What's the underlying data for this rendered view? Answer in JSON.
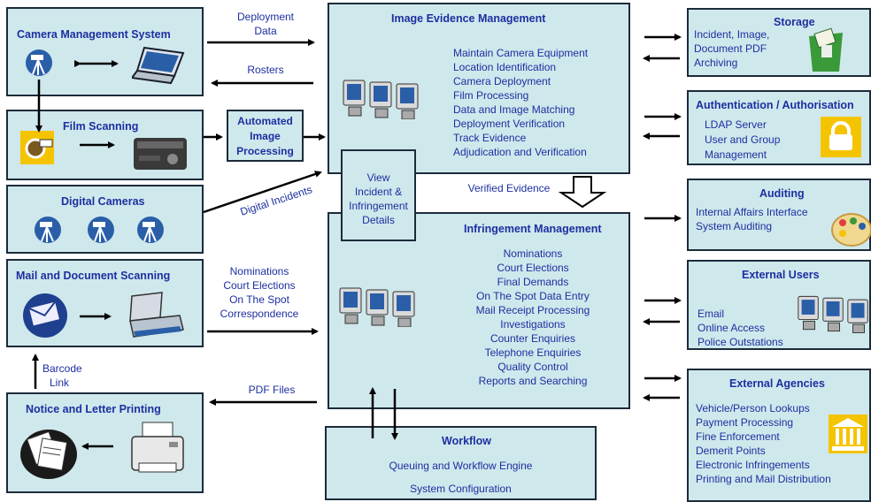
{
  "boxes": {
    "camera_management": {
      "title": "Camera Management System"
    },
    "film_scanning": {
      "title": "Film Scanning"
    },
    "automated_processing": {
      "title_lines": [
        "Automated",
        "Image",
        "Processing"
      ]
    },
    "digital_cameras": {
      "title": "Digital Cameras"
    },
    "mail_scanning": {
      "title": "Mail and Document Scanning"
    },
    "notice_printing": {
      "title": "Notice and Letter Printing"
    },
    "image_evidence": {
      "title": "Image Evidence Management",
      "items": [
        "Maintain Camera Equipment",
        "Location Identification",
        "Camera Deployment",
        "Film Processing",
        "Data and Image Matching",
        "Deployment Verification",
        "Track Evidence",
        "Adjudication and Verification"
      ]
    },
    "view_incident": {
      "lines": [
        "View",
        "Incident &",
        "Infringement",
        "Details"
      ]
    },
    "infringement": {
      "title": "Infringement Management",
      "items": [
        "Nominations",
        "Court Elections",
        "Final Demands",
        "On The Spot Data Entry",
        "Mail Receipt Processing",
        "Investigations",
        "Counter Enquiries",
        "Telephone Enquiries",
        "Quality Control",
        "Reports and Searching"
      ]
    },
    "workflow": {
      "title": "Workflow",
      "items": [
        "Queuing and Workflow Engine",
        "System Configuration"
      ]
    },
    "storage": {
      "title": "Storage",
      "items": [
        "Incident, Image,",
        "Document PDF",
        "Archiving"
      ]
    },
    "auth": {
      "title": "Authentication / Authorisation",
      "items": [
        "LDAP Server",
        "User and Group",
        "Management"
      ]
    },
    "auditing": {
      "title": "Auditing",
      "items": [
        "Internal Affairs Interface",
        "System Auditing"
      ]
    },
    "external_users": {
      "title": "External Users",
      "items": [
        "Email",
        "Online Access",
        "Police Outstations"
      ]
    },
    "external_agencies": {
      "title": "External Agencies",
      "items": [
        "Vehicle/Person Lookups",
        "Payment Processing",
        "Fine Enforcement",
        "Demerit Points",
        "Electronic Infringements",
        "Printing and Mail Distribution"
      ]
    }
  },
  "labels": {
    "deployment_data": [
      "Deployment",
      "Data"
    ],
    "rosters": "Rosters",
    "digital_incidents": "Digital Incidents",
    "verified_evidence": "Verified Evidence",
    "nominations_flow": [
      "Nominations",
      "Court Elections",
      "On The Spot",
      "Correspondence"
    ],
    "barcode_link": [
      "Barcode",
      "Link"
    ],
    "pdf_files": "PDF Files"
  },
  "icons": {
    "camera": "camera-tripod-icon",
    "laptop": "laptop-icon",
    "film": "film-roll-icon",
    "scanner": "film-scanner-icon",
    "envelope": "envelope-icon",
    "flatbed": "flatbed-scanner-icon",
    "printer": "printer-icon",
    "documents": "documents-pile-icon",
    "monitors": "computer-monitors-icon",
    "storage": "storage-bin-icon",
    "lock": "padlock-icon",
    "palette": "palette-icon",
    "building": "government-building-icon"
  },
  "colors": {
    "box_fill": "#cfe8ec",
    "border": "#1c2b3a",
    "text": "#1d2fa0",
    "icon_blue": "#2a5fa8",
    "icon_yellow": "#f5c400",
    "storage_green": "#3a9a3a"
  }
}
